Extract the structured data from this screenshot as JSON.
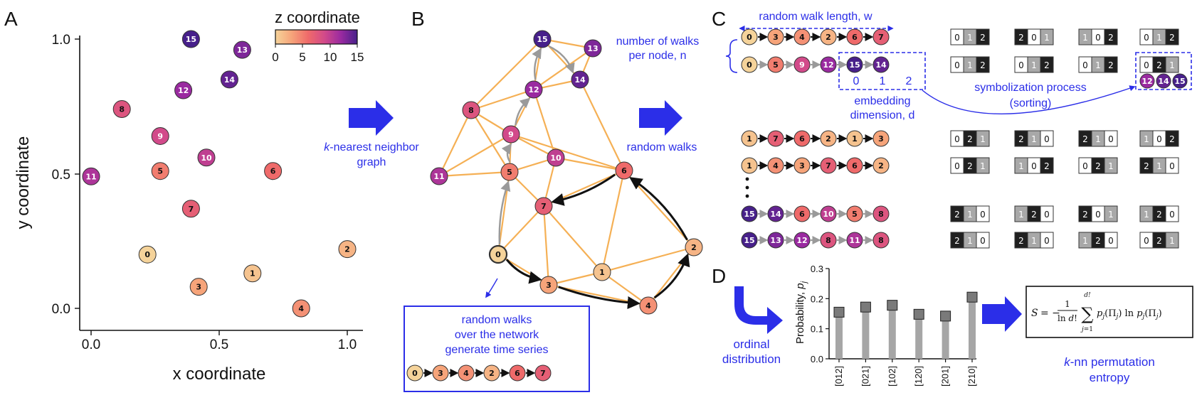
{
  "panel_labels": [
    "A",
    "B",
    "C",
    "D"
  ],
  "panelA": {
    "xlabel": "x coordinate",
    "ylabel": "y coordinate",
    "xticks": [
      "0.0",
      "0.5",
      "1.0"
    ],
    "yticks": [
      "0.0",
      "0.5",
      "1.0"
    ],
    "colorbar": {
      "title": "z coordinate",
      "ticks": [
        "0",
        "5",
        "10",
        "15"
      ]
    },
    "points": [
      {
        "id": "0",
        "x": 0.22,
        "y": 0.2,
        "z": 0
      },
      {
        "id": "1",
        "x": 0.63,
        "y": 0.13,
        "z": 1
      },
      {
        "id": "2",
        "x": 1.0,
        "y": 0.22,
        "z": 2
      },
      {
        "id": "3",
        "x": 0.42,
        "y": 0.08,
        "z": 3
      },
      {
        "id": "4",
        "x": 0.82,
        "y": 0.0,
        "z": 4
      },
      {
        "id": "5",
        "x": 0.27,
        "y": 0.51,
        "z": 5
      },
      {
        "id": "6",
        "x": 0.71,
        "y": 0.51,
        "z": 6
      },
      {
        "id": "7",
        "x": 0.39,
        "y": 0.37,
        "z": 7
      },
      {
        "id": "8",
        "x": 0.12,
        "y": 0.74,
        "z": 8
      },
      {
        "id": "9",
        "x": 0.27,
        "y": 0.64,
        "z": 9
      },
      {
        "id": "10",
        "x": 0.45,
        "y": 0.56,
        "z": 10
      },
      {
        "id": "11",
        "x": 0.0,
        "y": 0.49,
        "z": 11
      },
      {
        "id": "12",
        "x": 0.36,
        "y": 0.81,
        "z": 12
      },
      {
        "id": "13",
        "x": 0.59,
        "y": 0.96,
        "z": 13
      },
      {
        "id": "14",
        "x": 0.54,
        "y": 0.85,
        "z": 14
      },
      {
        "id": "15",
        "x": 0.39,
        "y": 1.0,
        "z": 15
      }
    ]
  },
  "arrow_labels": {
    "knn": [
      "k-nearest neighbor",
      "graph"
    ],
    "random_walks": "random walks"
  },
  "panelB": {
    "box_lines": [
      "random walks",
      "over the network",
      "generate time series"
    ],
    "walk": [
      "0",
      "3",
      "4",
      "2",
      "6",
      "7"
    ]
  },
  "panelC": {
    "walk_length_label": "random walk length, w",
    "walks_per_node_label": [
      "number of walks",
      "per node, n"
    ],
    "embedding_label": [
      "embedding",
      "dimension, d"
    ],
    "embedding_indices": [
      "0",
      "1",
      "2"
    ],
    "symbolization_label": [
      "symbolization process",
      "(sorting)"
    ],
    "sorted_nodes": [
      "12",
      "14",
      "15"
    ],
    "rows": [
      {
        "nodes": [
          "0",
          "3",
          "4",
          "2",
          "6",
          "7"
        ],
        "arrow": "black",
        "patterns": [
          "012",
          "201",
          "102",
          "012"
        ]
      },
      {
        "nodes": [
          "0",
          "5",
          "9",
          "12",
          "15",
          "14"
        ],
        "arrow": "gray",
        "patterns": [
          "012",
          "012",
          "012",
          "021"
        ]
      },
      {
        "nodes": [
          "1",
          "7",
          "6",
          "2",
          "1",
          "3"
        ],
        "arrow": "black",
        "patterns": [
          "021",
          "210",
          "210",
          "102"
        ]
      },
      {
        "nodes": [
          "1",
          "4",
          "3",
          "7",
          "6",
          "2"
        ],
        "arrow": "black",
        "patterns": [
          "021",
          "102",
          "021",
          "210"
        ]
      },
      {
        "nodes": [
          "15",
          "14",
          "6",
          "10",
          "5",
          "8"
        ],
        "arrow": "gray",
        "patterns": [
          "210",
          "120",
          "201",
          "120"
        ]
      },
      {
        "nodes": [
          "15",
          "13",
          "12",
          "8",
          "11",
          "8"
        ],
        "arrow": "gray",
        "patterns": [
          "210",
          "210",
          "120",
          "021"
        ]
      }
    ]
  },
  "panelD": {
    "ordinal_label": [
      "ordinal",
      "distribution"
    ],
    "entropy_label": [
      "k-nn permutation",
      "entropy"
    ],
    "formula": "S = −(1/ln d!) Σ_{j=1}^{d!} p_j(Π_j) ln p_j(Π_j)"
  },
  "chart_data": {
    "type": "bar",
    "categories": [
      "[012]",
      "[021]",
      "[102]",
      "[120]",
      "[201]",
      "[210]"
    ],
    "values": [
      0.155,
      0.172,
      0.178,
      0.148,
      0.142,
      0.205
    ],
    "xlabel": "",
    "ylabel": "Probability, p_j",
    "ylim": [
      0,
      0.3
    ],
    "yticks": [
      "0.0",
      "0.1",
      "0.2",
      "0.3"
    ]
  },
  "colors": {
    "blue": "#2b2ee8",
    "edge": "#f5b055",
    "black_arrow": "#111111",
    "gray_arrow": "#9a9a9a",
    "bar": "#a6a6a6",
    "bar_marker": "#7a7a7a",
    "pattern_black": "#202020",
    "pattern_gray": "#a8a8a8"
  }
}
